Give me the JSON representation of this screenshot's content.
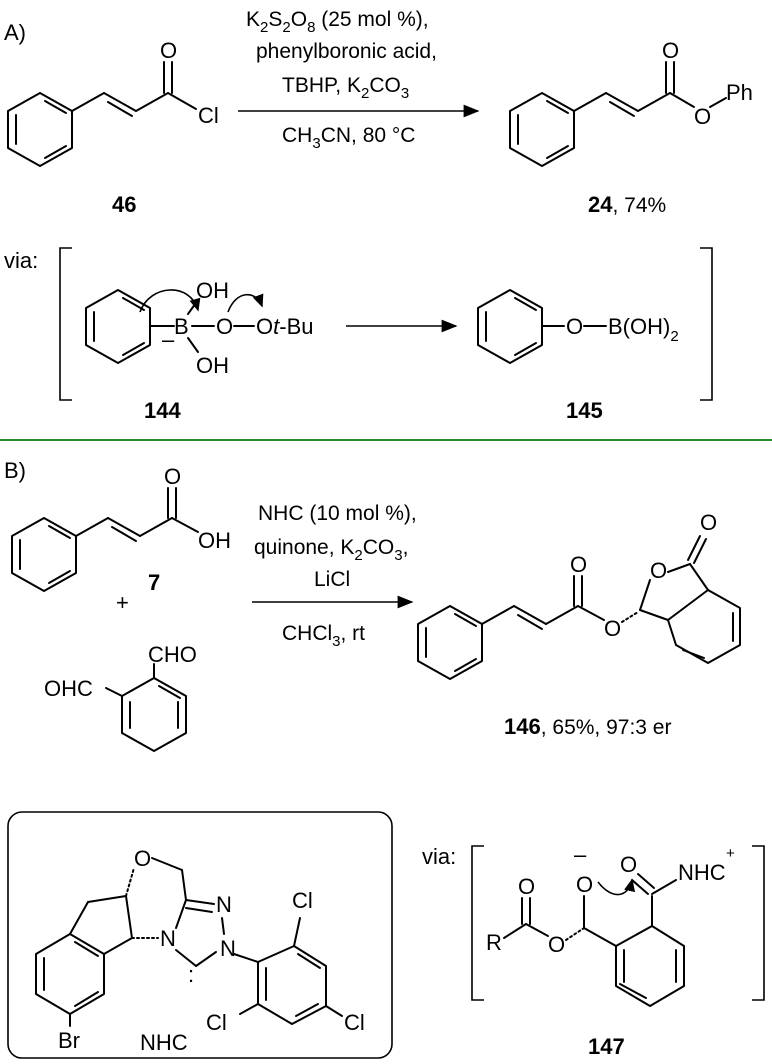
{
  "section_a": {
    "label": "A)",
    "reactant": {
      "id": "46",
      "atoms": {
        "O": "O",
        "Cl": "Cl"
      }
    },
    "conditions": {
      "line1_a": "K",
      "line1_sub1": "2",
      "line1_b": "S",
      "line1_sub2": "2",
      "line1_c": "O",
      "line1_sub3": "8",
      "line1_d": " (25 mol %),",
      "line2": "phenylboronic acid,",
      "line3_a": "TBHP, K",
      "line3_sub": "2",
      "line3_b": "CO",
      "line3_sub2": "3",
      "line4_a": "CH",
      "line4_sub": "3",
      "line4_b": "CN, 80 °C"
    },
    "product": {
      "id": "24",
      "yield": ", 74%",
      "atoms": {
        "O_carbonyl": "O",
        "O_ester": "O",
        "Ph": "Ph"
      }
    },
    "via_label": "via:",
    "intermediate_144": {
      "id": "144",
      "atoms": {
        "B": "B",
        "minus": "–",
        "OH_top": "OH",
        "OH_bottom": "OH",
        "O1": "O",
        "O2": "O",
        "tBu_a": "O",
        "tBu_t": "t",
        "tBu_b": "-Bu"
      }
    },
    "intermediate_145": {
      "id": "145",
      "atoms": {
        "O": "O",
        "B": "B(OH)",
        "sub": "2"
      }
    }
  },
  "section_b": {
    "label": "B)",
    "reactant_acid": {
      "id": "7",
      "atoms": {
        "O": "O",
        "OH": "OH"
      }
    },
    "plus": "+",
    "reactant_aldehyde": {
      "atoms": {
        "CHO": "CHO",
        "OHC": "OHC"
      }
    },
    "conditions": {
      "line1": "NHC (10 mol %),",
      "line2_a": "quinone, K",
      "line2_sub": "2",
      "line2_b": "CO",
      "line2_sub2": "3",
      "line2_c": ",",
      "line3": "LiCl",
      "line4_a": "CHCl",
      "line4_sub": "3",
      "line4_b": ", rt"
    },
    "product": {
      "id": "146",
      "yield": ", 65%, 97:3 er",
      "atoms": {
        "O1": "O",
        "O2": "O",
        "O3": "O",
        "O4": "O"
      }
    },
    "nhc_box": {
      "label": "NHC",
      "atoms": {
        "O": "O",
        "N1": "N",
        "N2": "N",
        "N3": "N",
        "Cl1": "Cl",
        "Cl2": "Cl",
        "Cl3": "Cl",
        "Br": "Br",
        "lonepair": ":"
      }
    },
    "via_label": "via:",
    "intermediate_147": {
      "id": "147",
      "atoms": {
        "R": "R",
        "O_carbonyl": "O",
        "O_ester": "O",
        "O_minus": "O",
        "minus": "–",
        "O_acyl": "O",
        "NHC": "NHC",
        "plus": "+"
      }
    }
  },
  "colors": {
    "divider": "#2e8b2e",
    "ink": "#000000"
  }
}
